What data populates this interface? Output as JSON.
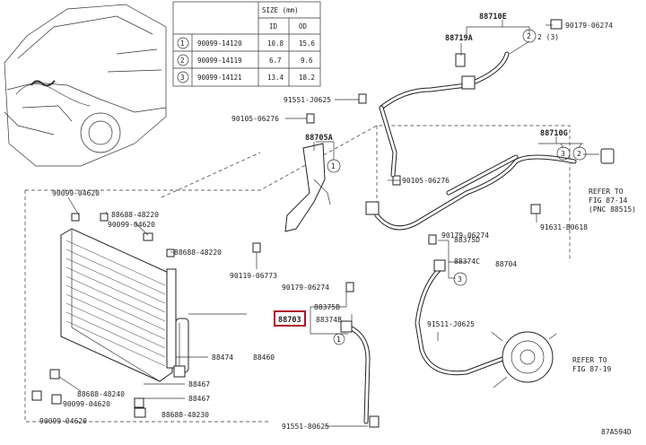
{
  "size_table": {
    "header_size": "SIZE (mm)",
    "col_id": "ID",
    "col_od": "OD",
    "rows": [
      {
        "index": "1",
        "part": "90099-14120",
        "id": "10.8",
        "od": "15.6"
      },
      {
        "index": "2",
        "part": "90099-14119",
        "id": "6.7",
        "od": "9.6"
      },
      {
        "index": "3",
        "part": "90099-14121",
        "id": "13.4",
        "od": "18.2"
      }
    ]
  },
  "labels": {
    "p88710e": "88710E",
    "p88719a": "88719A",
    "p90179a": "90179-06274",
    "callout_2_3": "2 (3)",
    "p91551a": "91551-J0625",
    "p90105a": "90105-06276",
    "p88705a": "88705A",
    "p88710g": "88710G",
    "p90105b": "90105-06276",
    "refer1_a": "REFER TO",
    "refer1_b": "FIG 87-14",
    "refer1_c": "(PNC 88515)",
    "p91631": "91631-B0618",
    "p90099a": "90099-04620",
    "p88688a": "88688-48220",
    "p90099b": "90099-04620",
    "p88688b": "88688-48220",
    "p90119": "90119-06773",
    "p90179b": "90179-06274",
    "p88375d": "88375D",
    "p88374c": "88374C",
    "p88704": "88704",
    "p90179c": "90179-06274",
    "p88375b": "88375B",
    "p88703": "88703",
    "p88374b": "88374B",
    "p91511": "91511-J0625",
    "p88474": "88474",
    "p88460": "88460",
    "p88467a": "88467",
    "p88688c": "88688-48240",
    "p90099c": "90099-04620",
    "p88467b": "88467",
    "p90099d": "90099-04620",
    "p88688d": "88688-48230",
    "p91551b": "91551-80625",
    "refer2_a": "REFER TO",
    "refer2_b": "FIG 87-19",
    "diagram_code": "87A594D"
  },
  "callouts": {
    "one": "1",
    "two": "2",
    "three": "3"
  },
  "colors": {
    "highlight": "#b0102a",
    "ink": "#222222"
  }
}
